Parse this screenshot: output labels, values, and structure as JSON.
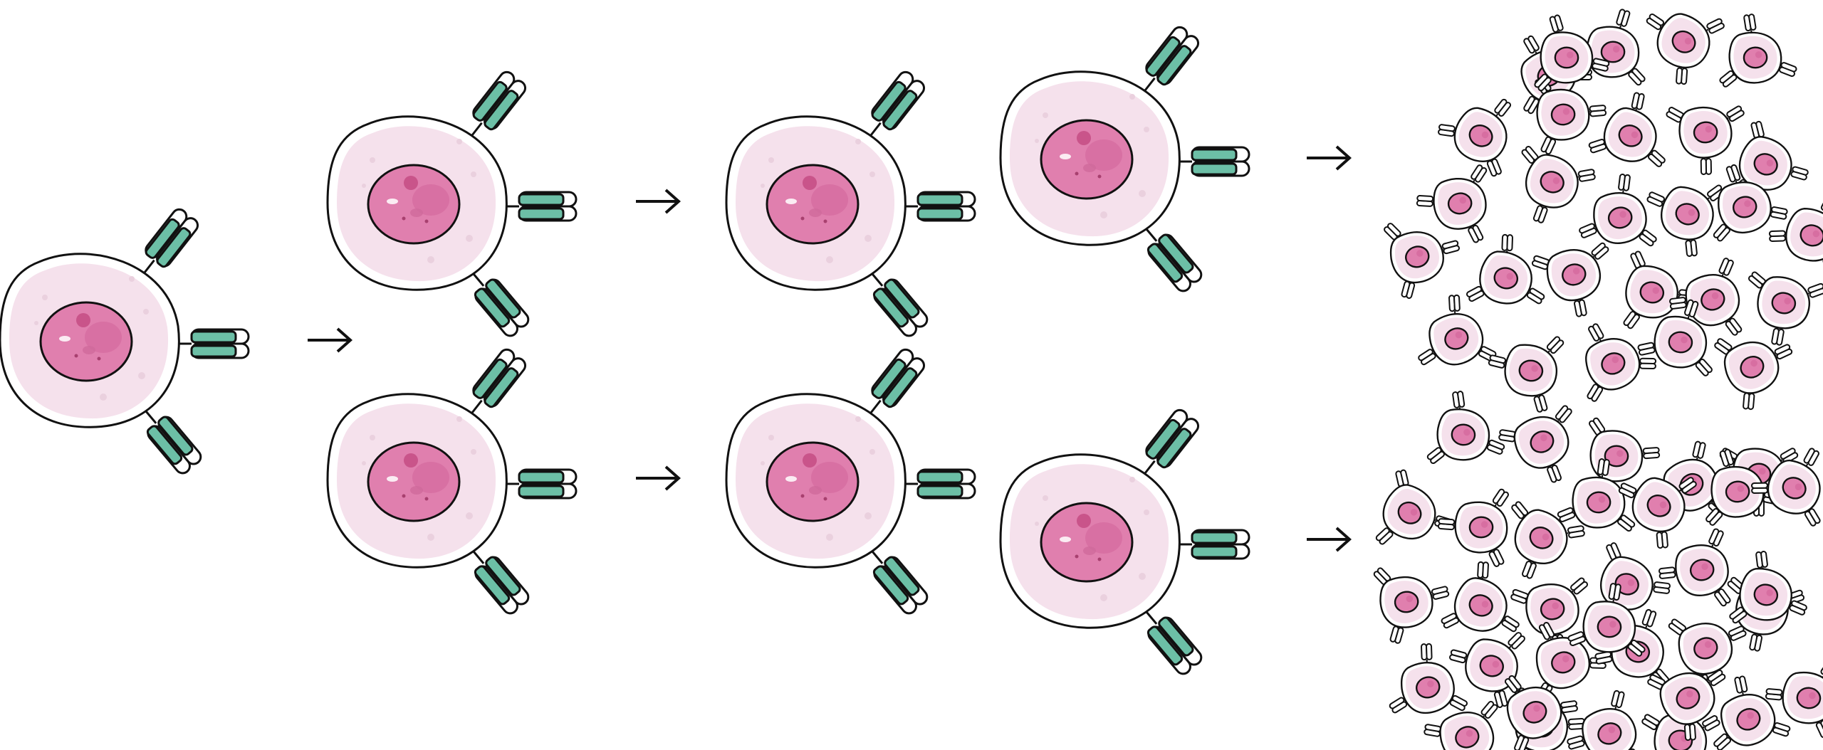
{
  "diagram": {
    "colors": {
      "background": "#ffffff",
      "outline": "#111111",
      "cytoplasm_outer": "#ffffff",
      "cytoplasm_inner": "#f5e1ec",
      "nucleus": "#e07fae",
      "nucleolus": "#c9548a",
      "receptor_fill": "#6cbfa6",
      "arrow": "#111111"
    },
    "icons": {
      "cell": "b-cell-icon",
      "receptor": "antibody-receptor-icon",
      "arrow": "arrow-right-icon"
    },
    "stages": [
      {
        "name": "single-activated-cell",
        "cell_count": 1
      },
      {
        "name": "first-division",
        "cell_count": 2
      },
      {
        "name": "second-division",
        "cell_count": 4
      },
      {
        "name": "clonal-expansion-population",
        "cell_count": 60
      }
    ]
  }
}
